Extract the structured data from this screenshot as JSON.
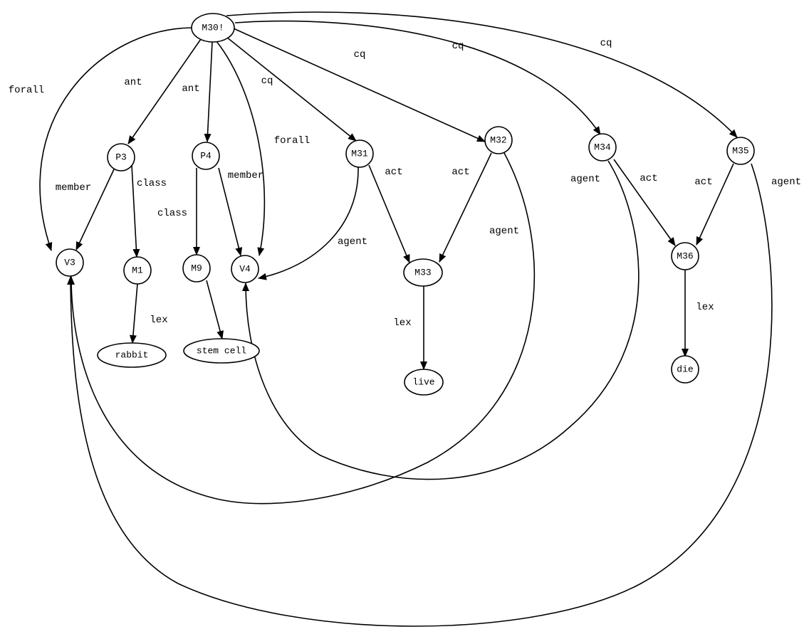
{
  "nodes": [
    {
      "id": "M30",
      "label": "M30!"
    },
    {
      "id": "P3",
      "label": "P3"
    },
    {
      "id": "P4",
      "label": "P4"
    },
    {
      "id": "V3",
      "label": "V3"
    },
    {
      "id": "M1",
      "label": "M1"
    },
    {
      "id": "M9",
      "label": "M9"
    },
    {
      "id": "V4",
      "label": "V4"
    },
    {
      "id": "rabbit",
      "label": "rabbit"
    },
    {
      "id": "stemcell",
      "label": "stem cell"
    },
    {
      "id": "M31",
      "label": "M31"
    },
    {
      "id": "M32",
      "label": "M32"
    },
    {
      "id": "M33",
      "label": "M33"
    },
    {
      "id": "live",
      "label": "live"
    },
    {
      "id": "M34",
      "label": "M34"
    },
    {
      "id": "M35",
      "label": "M35"
    },
    {
      "id": "M36",
      "label": "M36"
    },
    {
      "id": "die",
      "label": "die"
    }
  ],
  "edges": [
    {
      "from": "M30",
      "to": "V3",
      "label": "forall"
    },
    {
      "from": "M30",
      "to": "P3",
      "label": "ant"
    },
    {
      "from": "M30",
      "to": "P4",
      "label": "ant"
    },
    {
      "from": "M30",
      "to": "V4",
      "label": "forall"
    },
    {
      "from": "M30",
      "to": "M31",
      "label": "cq"
    },
    {
      "from": "M30",
      "to": "M32",
      "label": "cq"
    },
    {
      "from": "M30",
      "to": "M34",
      "label": "cq"
    },
    {
      "from": "M30",
      "to": "M35",
      "label": "cq"
    },
    {
      "from": "P3",
      "to": "V3",
      "label": "member"
    },
    {
      "from": "P3",
      "to": "M1",
      "label": "class"
    },
    {
      "from": "P4",
      "to": "M9",
      "label": "class"
    },
    {
      "from": "P4",
      "to": "V4",
      "label": "member"
    },
    {
      "from": "M1",
      "to": "rabbit",
      "label": "lex"
    },
    {
      "from": "M9",
      "to": "stemcell",
      "label": ""
    },
    {
      "from": "M31",
      "to": "V4",
      "label": "agent"
    },
    {
      "from": "M31",
      "to": "M33",
      "label": "act"
    },
    {
      "from": "M32",
      "to": "M33",
      "label": "act"
    },
    {
      "from": "M32",
      "to": "V3",
      "label": "agent"
    },
    {
      "from": "M33",
      "to": "live",
      "label": "lex"
    },
    {
      "from": "M34",
      "to": "M36",
      "label": "act"
    },
    {
      "from": "M34",
      "to": "V4",
      "label": "agent"
    },
    {
      "from": "M35",
      "to": "M36",
      "label": "act"
    },
    {
      "from": "M35",
      "to": "V3",
      "label": "agent"
    },
    {
      "from": "M36",
      "to": "die",
      "label": "lex"
    }
  ]
}
